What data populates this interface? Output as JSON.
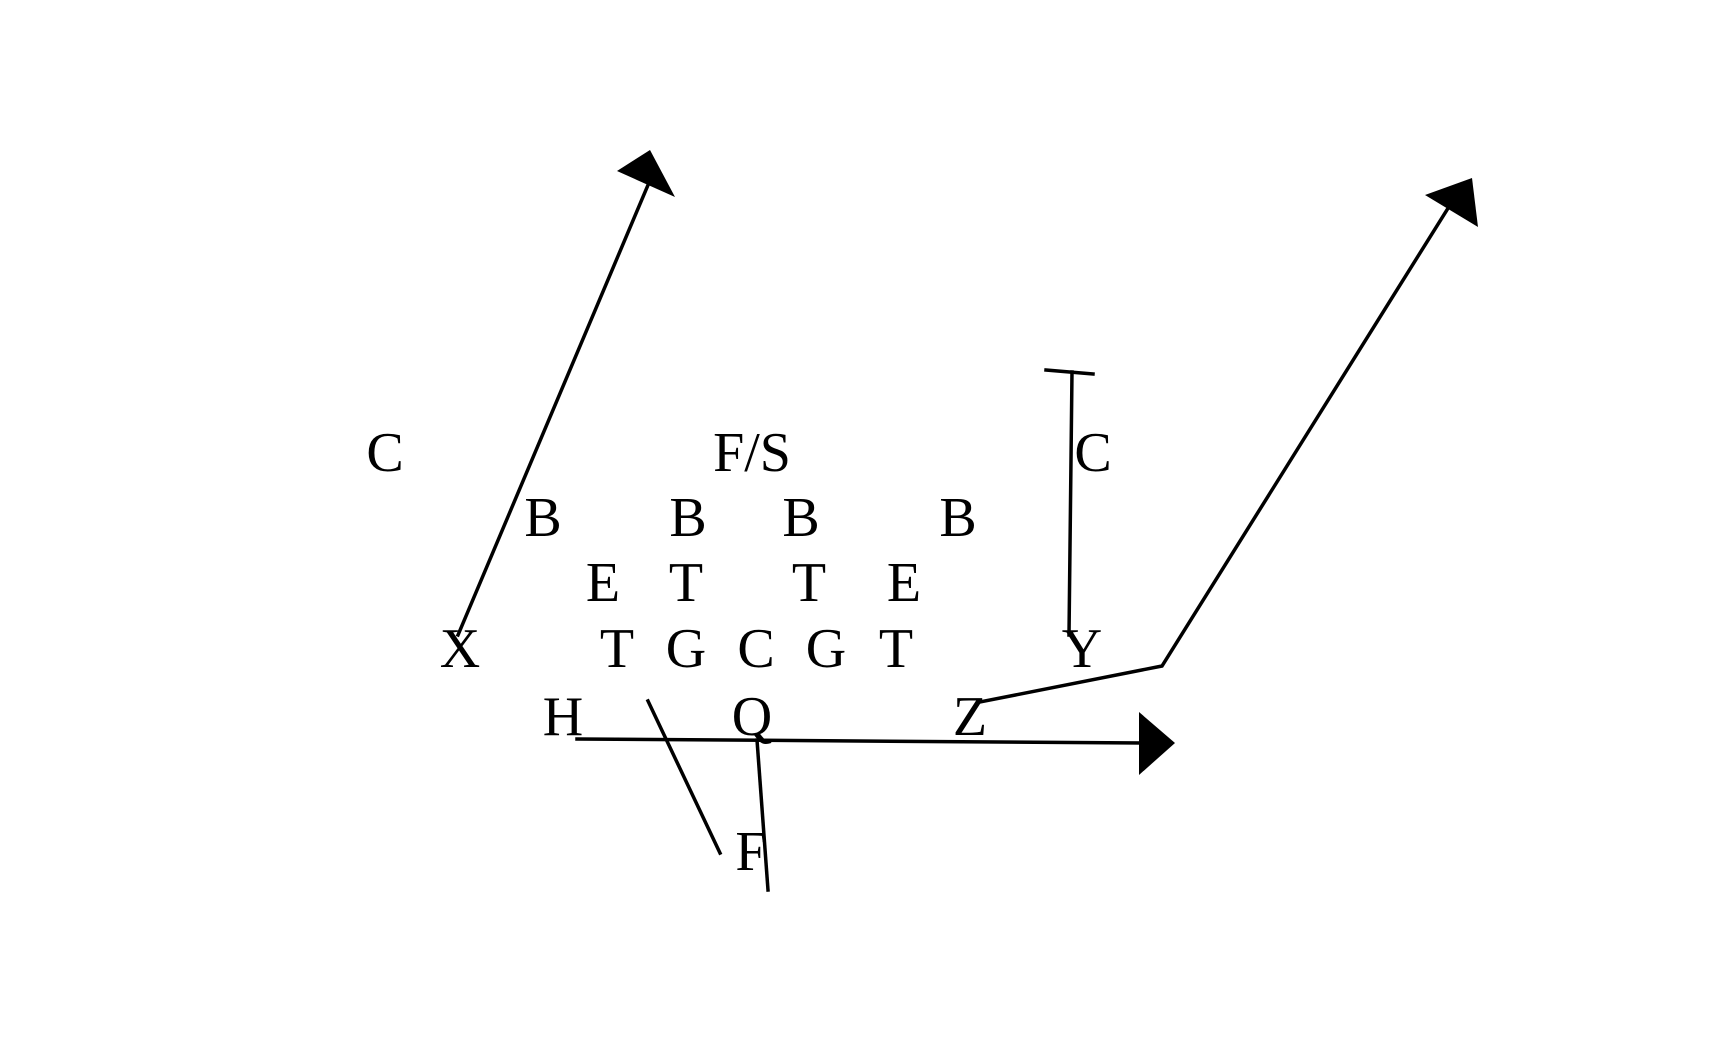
{
  "diagram": {
    "colors": {
      "ink": "#000000",
      "background": "#ffffff"
    },
    "defense": {
      "corner_left": "C",
      "free_safety": "F/S",
      "corner_right": "C",
      "linebacker_1": "B",
      "linebacker_2": "B",
      "linebacker_3": "B",
      "linebacker_4": "B",
      "end_left": "E",
      "tackle_left": "T",
      "tackle_right": "T",
      "end_right": "E"
    },
    "offense": {
      "split_end": "X",
      "tackle_left": "T",
      "guard_left": "G",
      "center": "C",
      "guard_right": "G",
      "tackle_right": "T",
      "tight_end": "Y",
      "halfback": "H",
      "quarterback": "Q",
      "flanker": "Z",
      "fullback": "F"
    }
  }
}
